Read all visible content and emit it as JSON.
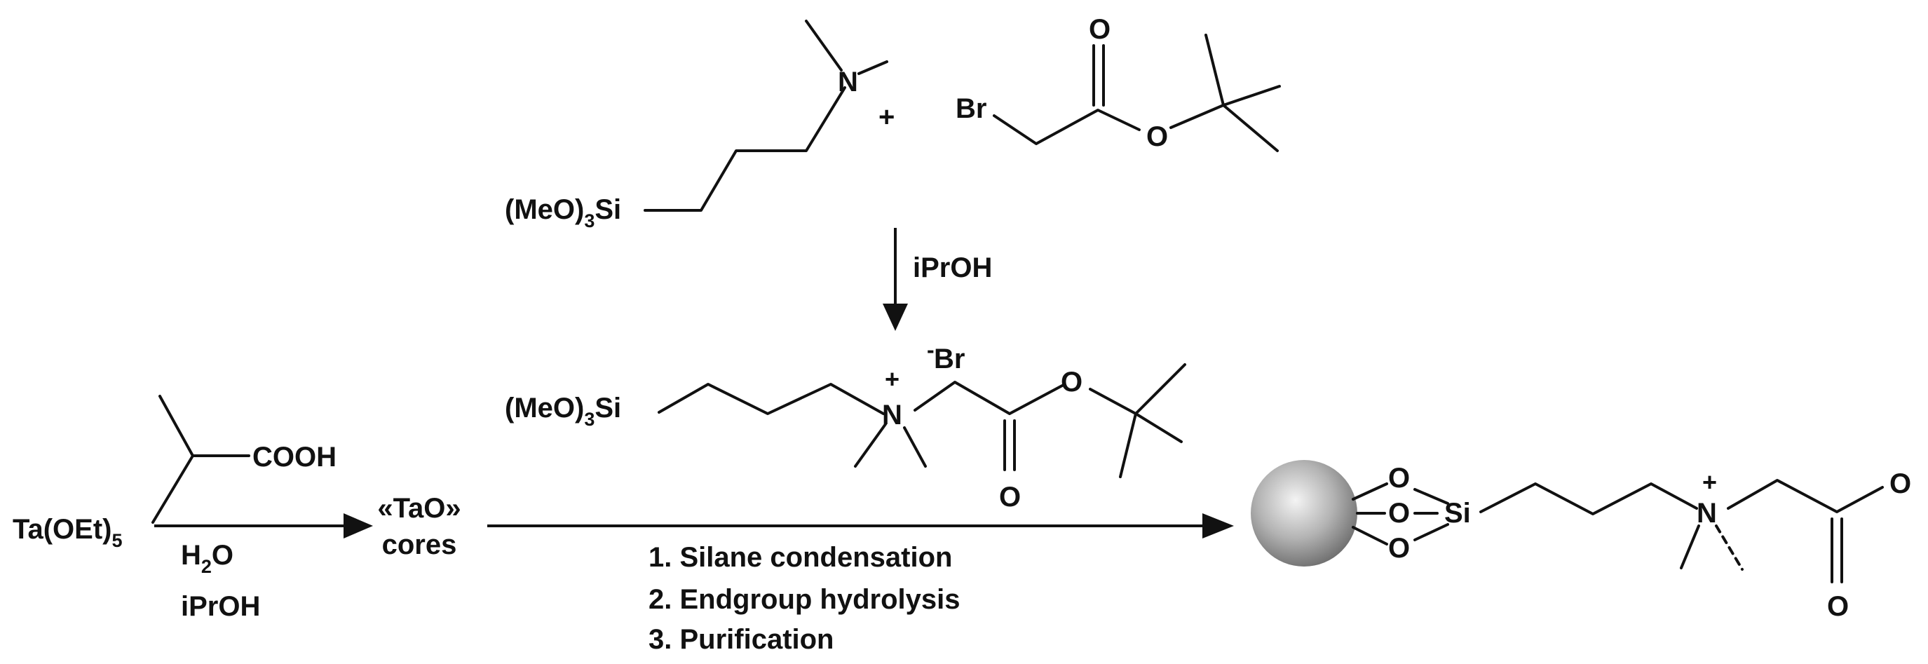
{
  "reactants": {
    "amine_silane": {
      "prefix": "(MeO)",
      "sub": "3",
      "suffix": "Si",
      "nitrogen": "N"
    },
    "plus": "+",
    "bromoester": {
      "bromine": "Br",
      "carbonyl_o": "O",
      "ester_o": "O"
    }
  },
  "step1": {
    "reagent": "iPrOH"
  },
  "intermediate": {
    "prefix": "(MeO)",
    "sub": "3",
    "suffix": "Si",
    "nitrogen": "N",
    "charge": "+",
    "counterion": "Br",
    "counterion_charge": "-",
    "ester_o": "O",
    "carbonyl_o": "O"
  },
  "core_synthesis": {
    "precursor_main": "Ta(OEt)",
    "precursor_sub": "5",
    "acid_label": "COOH",
    "water_main": "H",
    "water_sub": "2",
    "water_tail": "O",
    "solvent": "iPrOH",
    "product_line1": "«TaO»",
    "product_line2": "cores"
  },
  "final_steps": [
    "1. Silane condensation",
    "2. Endgroup hydrolysis",
    "3. Purification"
  ],
  "final_product": {
    "surface_o": [
      "O",
      "O",
      "O"
    ],
    "silicon": "Si",
    "nitrogen": "N",
    "charge": "+",
    "carboxylate_o": "O",
    "carbonyl_o": "O"
  }
}
